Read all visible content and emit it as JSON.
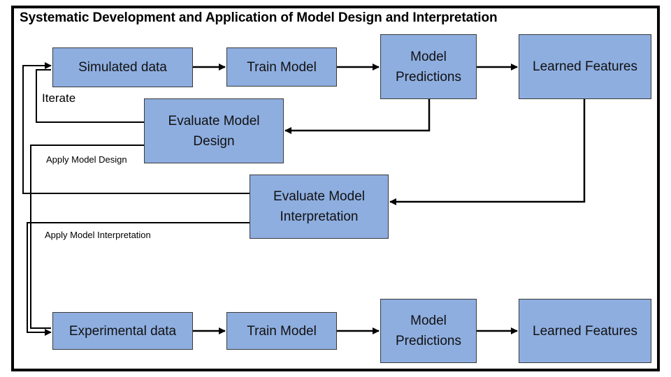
{
  "title": "Systematic Development and Application of Model Design and Interpretation",
  "nodes": {
    "simulated_data": "Simulated data",
    "train_model_top": "Train Model",
    "model_predictions_top": "Model Predictions",
    "learned_features_top": "Learned Features",
    "evaluate_design": "Evaluate Model Design",
    "evaluate_interpretation": "Evaluate Model Interpretation",
    "experimental_data": "Experimental data",
    "train_model_bottom": "Train Model",
    "model_predictions_bottom": "Model Predictions",
    "learned_features_bottom": "Learned Features"
  },
  "labels": {
    "iterate": "Iterate",
    "apply_design": "Apply Model Design",
    "apply_interpretation": "Apply Model Interpretation"
  },
  "colors": {
    "box_fill": "#8eaee0",
    "box_border": "#3a3a3a",
    "line": "#000000"
  }
}
